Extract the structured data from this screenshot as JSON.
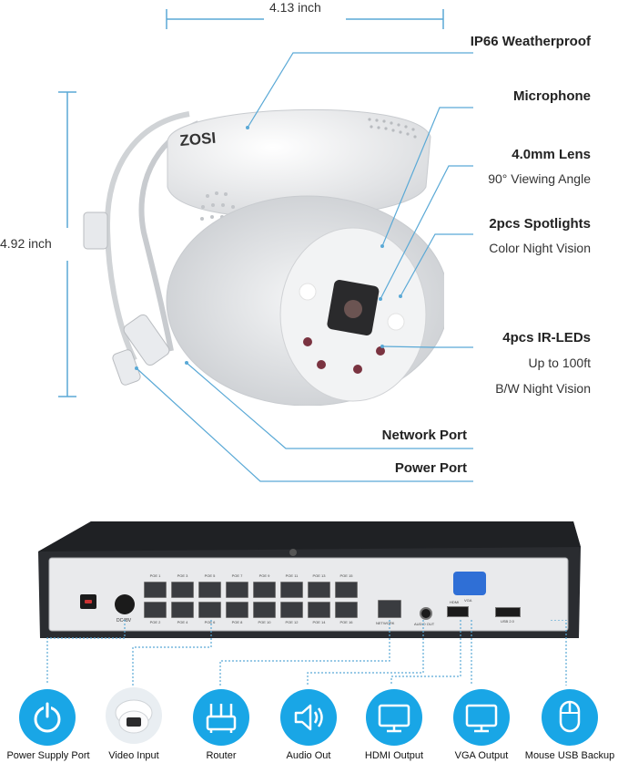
{
  "dimensions": {
    "width": "4.13 inch",
    "height": "4.92 inch"
  },
  "brand": "ZOSI",
  "callouts": {
    "weatherproof": "IP66 Weatherproof",
    "microphone": "Microphone",
    "lens_title": "4.0mm Lens",
    "lens_sub": "90° Viewing Angle",
    "spotlights_title": "2pcs Spotlights",
    "spotlights_sub": "Color Night Vision",
    "irleds_title": "4pcs IR-LEDs",
    "irleds_sub1": "Up to 100ft",
    "irleds_sub2": "B/W Night Vision",
    "network_port": "Network Port",
    "power_port": "Power Port"
  },
  "nvr": {
    "dc_label": "DC48V",
    "network_label": "NETWORK",
    "audio_label": "AUDIO OUT",
    "hdmi_label": "HDMI",
    "vga_label": "VGA",
    "usb_label": "USB 2.0",
    "poe_top": [
      "POE 1",
      "POE 3",
      "POE 5",
      "POE 7",
      "POE 9",
      "POE 11",
      "POE 13",
      "POE 15"
    ],
    "poe_bottom": [
      "POE 2",
      "POE 4",
      "POE 6",
      "POE 8",
      "POE 10",
      "POE 12",
      "POE 14",
      "POE 16"
    ]
  },
  "bottom_icons": [
    {
      "label": "Power Supply Port",
      "icon": "power-icon"
    },
    {
      "label": "Video Input",
      "icon": "camera-icon"
    },
    {
      "label": "Router",
      "icon": "router-icon"
    },
    {
      "label": "Audio Out",
      "icon": "speaker-icon"
    },
    {
      "label": "HDMI Output",
      "icon": "monitor-icon"
    },
    {
      "label": "VGA Output",
      "icon": "monitor-icon"
    },
    {
      "label": "Mouse USB Backup",
      "icon": "mouse-icon"
    }
  ],
  "colors": {
    "accent": "#1aa0e0",
    "line": "#5aa9d6",
    "nvr_body": "#2a2c30"
  }
}
